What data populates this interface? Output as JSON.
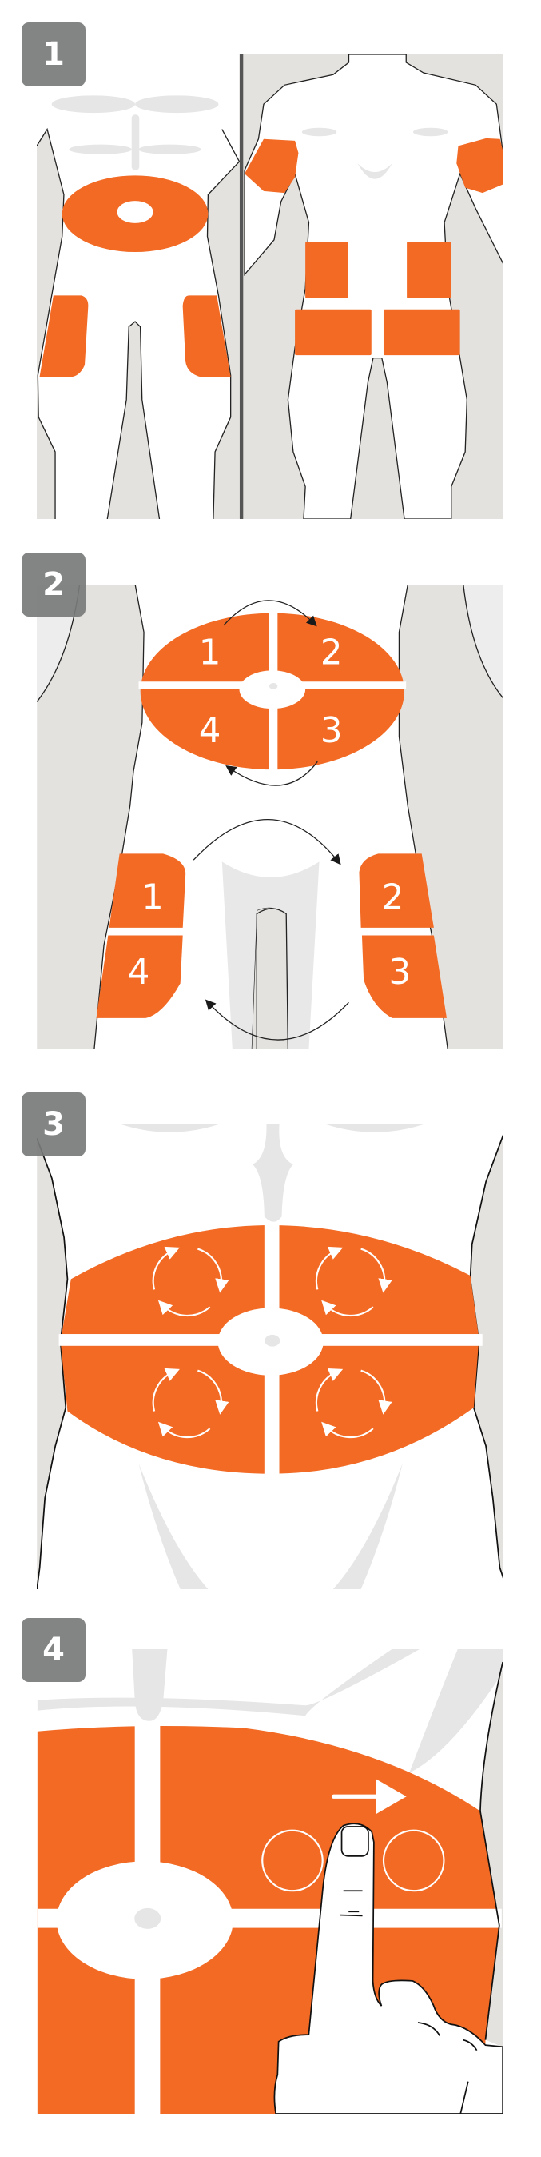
{
  "colors": {
    "accent": "#F26A24",
    "background": "#E4E2DE",
    "muscle": "#E6E6E6",
    "badge": "#7F8081"
  },
  "steps": [
    {
      "badge": "1"
    },
    {
      "badge": "2",
      "abdomen_labels": [
        "1",
        "2",
        "3",
        "4"
      ],
      "thigh_labels": [
        "1",
        "2",
        "3",
        "4"
      ]
    },
    {
      "badge": "3"
    },
    {
      "badge": "4"
    }
  ]
}
